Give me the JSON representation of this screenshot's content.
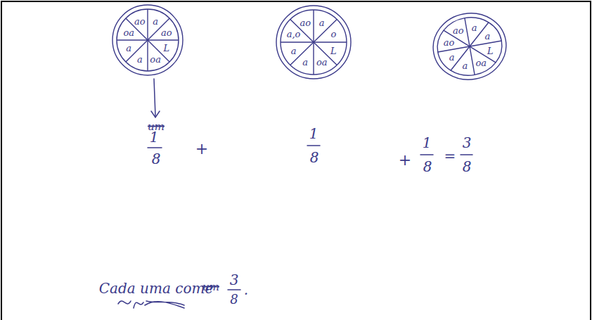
{
  "diagram": {
    "nodes": [
      {
        "text": [
          "ao",
          "a",
          "ao",
          "L",
          "oa",
          "a",
          "a",
          "oa"
        ]
      },
      {
        "text": [
          "ao",
          "a",
          "o",
          "L",
          "oa",
          "a",
          "a",
          "a,o"
        ]
      },
      {
        "text": [
          "ao",
          "a",
          "a",
          "L",
          "oa",
          "a",
          "a",
          "ao"
        ]
      }
    ],
    "labels": [
      "um",
      "1",
      "8",
      "+",
      "1",
      "8",
      "+",
      "1",
      "8",
      "=",
      "3",
      "8",
      "Cada uma come",
      "um",
      "3",
      "8",
      "."
    ]
  }
}
